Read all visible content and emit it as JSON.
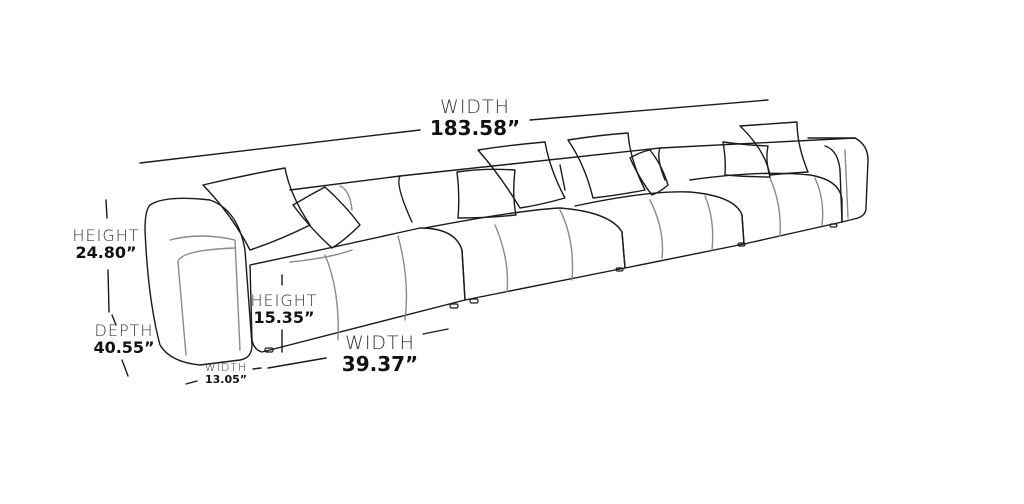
{
  "diagram": {
    "subject": "Modular tufted sectional sofa with pillows (line drawing)",
    "dimensions": {
      "overall_width": {
        "label": "WIDTH",
        "value": "183.58”"
      },
      "overall_height": {
        "label": "HEIGHT",
        "value": "24.80”"
      },
      "depth": {
        "label": "DEPTH",
        "value": "40.55”"
      },
      "seat_height": {
        "label": "HEIGHT",
        "value": "15.35”"
      },
      "seat_width": {
        "label": "WIDTH",
        "value": "39.37”"
      },
      "arm_width": {
        "label": "WIDTH",
        "value": "13.05”"
      }
    },
    "colors": {
      "stroke": "#1a1a1a",
      "light_stroke": "#8a8a8a",
      "background": "#ffffff"
    }
  }
}
